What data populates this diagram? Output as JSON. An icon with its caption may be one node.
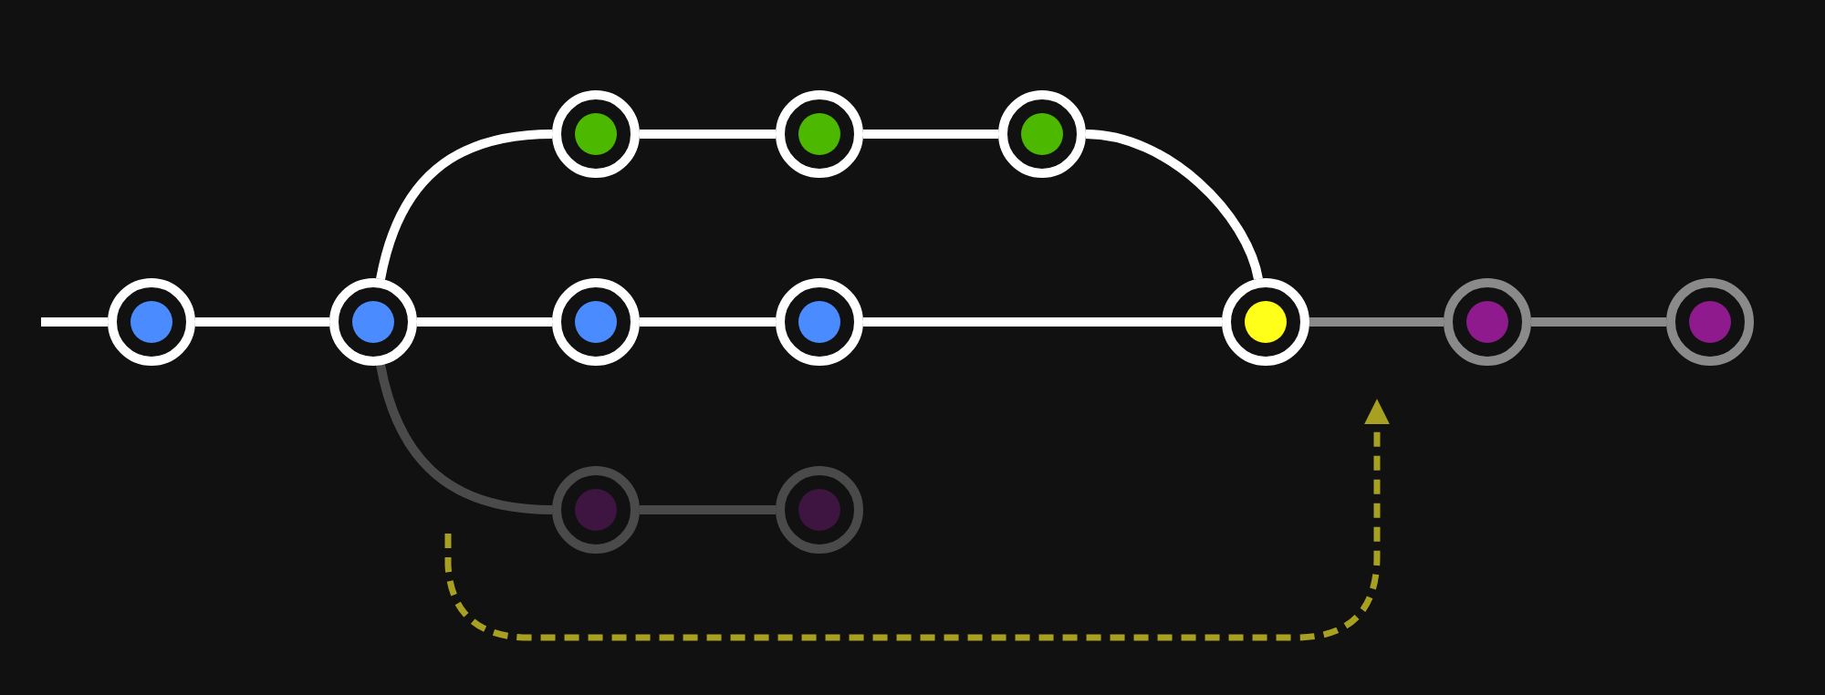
{
  "diagram": {
    "nodes": [
      {
        "text": [],
        "shape": "circle"
      },
      {
        "text": [],
        "shape": "circle"
      },
      {
        "text": [],
        "shape": "circle"
      },
      {
        "text": [],
        "shape": "circle"
      },
      {
        "text": [],
        "shape": "circle"
      },
      {
        "text": [],
        "shape": "circle"
      },
      {
        "text": [],
        "shape": "circle"
      },
      {
        "text": [],
        "shape": "circle"
      },
      {
        "text": [],
        "shape": "circle"
      },
      {
        "text": [],
        "shape": "circle"
      },
      {
        "text": [],
        "shape": "circle"
      },
      {
        "text": [],
        "shape": "circle"
      }
    ],
    "edges": [
      {
        "from": null,
        "to": 0,
        "arrow": "none"
      },
      {
        "from": 0,
        "to": 1,
        "arrow": "none"
      },
      {
        "from": 1,
        "to": 2,
        "arrow": "none"
      },
      {
        "from": 2,
        "to": 3,
        "arrow": "none"
      },
      {
        "from": 3,
        "to": 4,
        "arrow": "none"
      },
      {
        "from": 4,
        "to": 7,
        "arrow": "none"
      },
      {
        "from": 1,
        "to": 5,
        "arrow": "none"
      },
      {
        "from": 5,
        "to": 6,
        "arrow": "none"
      },
      {
        "from": 6,
        "to": 7,
        "arrow": "none"
      },
      {
        "from": 7,
        "to": 8,
        "arrow": "none",
        "color": "#8a8a8a"
      },
      {
        "from": 8,
        "to": 9,
        "arrow": "none",
        "color": "#8a8a8a"
      },
      {
        "from": 1,
        "to": 10,
        "arrow": "none",
        "color": "#4a4a4a"
      },
      {
        "from": 10,
        "to": 11,
        "arrow": "none",
        "color": "#4a4a4a"
      }
    ]
  }
}
